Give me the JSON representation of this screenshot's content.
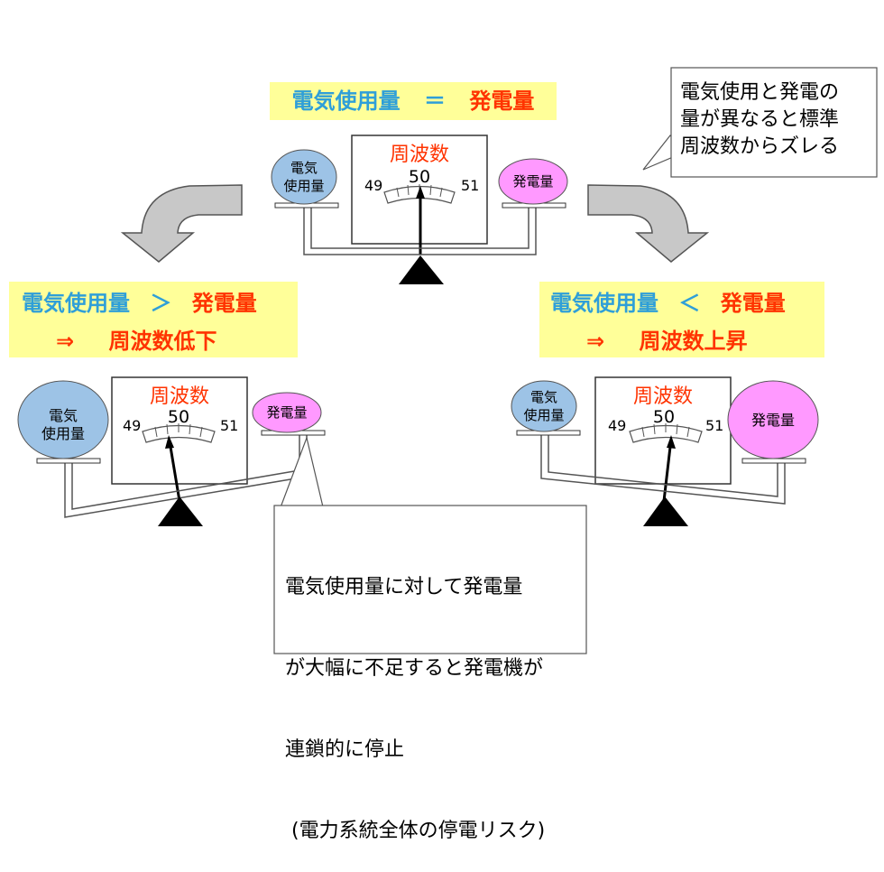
{
  "top": {
    "banner": {
      "left": "電気使用量",
      "op": "＝",
      "right": "発電量"
    },
    "gauge": {
      "title": "周波数",
      "center": "50",
      "min": "49",
      "max": "51"
    },
    "consumption_label": [
      "電気",
      "使用量"
    ],
    "generation_label": "発電量"
  },
  "top_callout": {
    "lines": [
      "電気使用と発電の",
      "量が異なると標準",
      "周波数からズレる"
    ]
  },
  "left": {
    "banner": {
      "l1_left": "電気使用量",
      "l1_op": "＞",
      "l1_right": "発電量",
      "l2_arrow": "⇒",
      "l2_text": "周波数低下"
    },
    "gauge": {
      "title": "周波数",
      "center": "50",
      "min": "49",
      "max": "51"
    },
    "consumption_label": [
      "電気",
      "使用量"
    ],
    "generation_label": "発電量"
  },
  "right": {
    "banner": {
      "l1_left": "電気使用量",
      "l1_op": "＜",
      "l1_right": "発電量",
      "l2_arrow": "⇒",
      "l2_text": "周波数上昇"
    },
    "gauge": {
      "title": "周波数",
      "center": "50",
      "min": "49",
      "max": "51"
    },
    "consumption_label": [
      "電気",
      "使用量"
    ],
    "generation_label": "発電量"
  },
  "bottom_callout": {
    "lines": [
      "電気使用量に対して発電量",
      "が大幅に不足すると発電機が",
      "連鎖的に停止",
      " (電力系統全体の停電リスク)"
    ]
  },
  "colors": {
    "banner_bg": "#ffff99",
    "blue_text": "#2f9fd8",
    "red_text": "#ff3300",
    "consumption_fill": "#9dc3e6",
    "generation_fill": "#ff99ff",
    "arrow_fill": "#c8c8c8"
  }
}
